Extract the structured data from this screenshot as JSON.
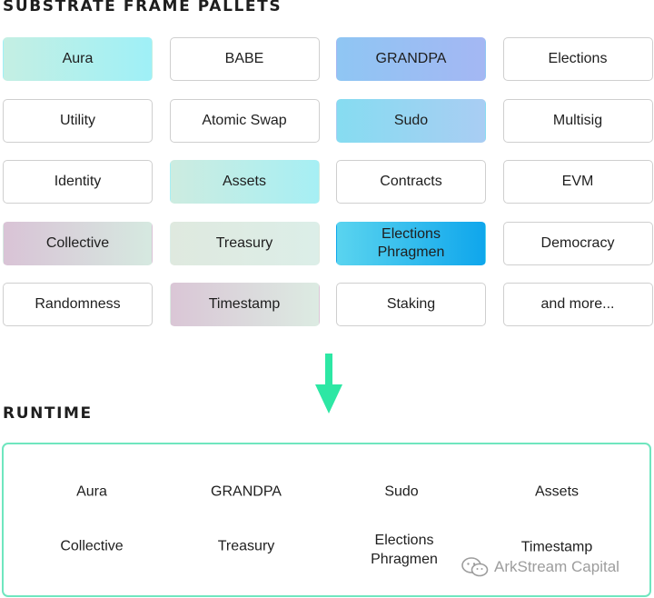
{
  "pallets": {
    "title": "SUBSTRATE FRAME PALLETS",
    "items": [
      {
        "label": "Aura",
        "name": "pallet-aura",
        "fill": "linear-gradient(90deg, #c4efe3, #9ff0f7)"
      },
      {
        "label": "BABE",
        "name": "pallet-babe",
        "fill": ""
      },
      {
        "label": "GRANDPA",
        "name": "pallet-grandpa",
        "fill": "linear-gradient(90deg, #8fc6f3, #a4b7f3)"
      },
      {
        "label": "Elections",
        "name": "pallet-elections",
        "fill": ""
      },
      {
        "label": "Utility",
        "name": "pallet-utility",
        "fill": ""
      },
      {
        "label": "Atomic Swap",
        "name": "pallet-atomic-swap",
        "fill": ""
      },
      {
        "label": "Sudo",
        "name": "pallet-sudo",
        "fill": "linear-gradient(90deg, #86dcf1, #a9cdf3)"
      },
      {
        "label": "Multisig",
        "name": "pallet-multisig",
        "fill": ""
      },
      {
        "label": "Identity",
        "name": "pallet-identity",
        "fill": ""
      },
      {
        "label": "Assets",
        "name": "pallet-assets",
        "fill": "linear-gradient(90deg, #cdece0, #a6eff4)"
      },
      {
        "label": "Contracts",
        "name": "pallet-contracts",
        "fill": ""
      },
      {
        "label": "EVM",
        "name": "pallet-evm",
        "fill": ""
      },
      {
        "label": "Collective",
        "name": "pallet-collective",
        "fill": "linear-gradient(90deg, #d9c3d6, #d6e9e0)"
      },
      {
        "label": "Treasury",
        "name": "pallet-treasury",
        "fill": "linear-gradient(90deg, #dfe9df, #dceee8)"
      },
      {
        "label": "Elections\nPhragmen",
        "name": "pallet-elections-phragmen",
        "fill": "linear-gradient(90deg, #5ad4ef, #0fa6ec)"
      },
      {
        "label": "Democracy",
        "name": "pallet-democracy",
        "fill": ""
      },
      {
        "label": "Randomness",
        "name": "pallet-randomness",
        "fill": ""
      },
      {
        "label": "Timestamp",
        "name": "pallet-timestamp",
        "fill": "linear-gradient(90deg, #dac6d6, #dcebe2)"
      },
      {
        "label": "Staking",
        "name": "pallet-staking",
        "fill": ""
      },
      {
        "label": "and more...",
        "name": "pallet-and-more",
        "fill": ""
      }
    ]
  },
  "runtime": {
    "title": "RUNTIME",
    "items": [
      {
        "label": "Aura",
        "name": "runtime-aura"
      },
      {
        "label": "GRANDPA",
        "name": "runtime-grandpa"
      },
      {
        "label": "Sudo",
        "name": "runtime-sudo"
      },
      {
        "label": "Assets",
        "name": "runtime-assets"
      },
      {
        "label": "Collective",
        "name": "runtime-collective"
      },
      {
        "label": "Treasury",
        "name": "runtime-treasury"
      },
      {
        "label": "Elections\nPhragmen",
        "name": "runtime-elections-phragmen"
      },
      {
        "label": "Timestamp",
        "name": "runtime-timestamp"
      }
    ]
  },
  "arrow": {
    "color": "#2de7a4"
  },
  "runtime_border_color": "#6fe6bf",
  "watermark": {
    "text": "ArkStream Capital",
    "icon": "wechat-icon"
  }
}
